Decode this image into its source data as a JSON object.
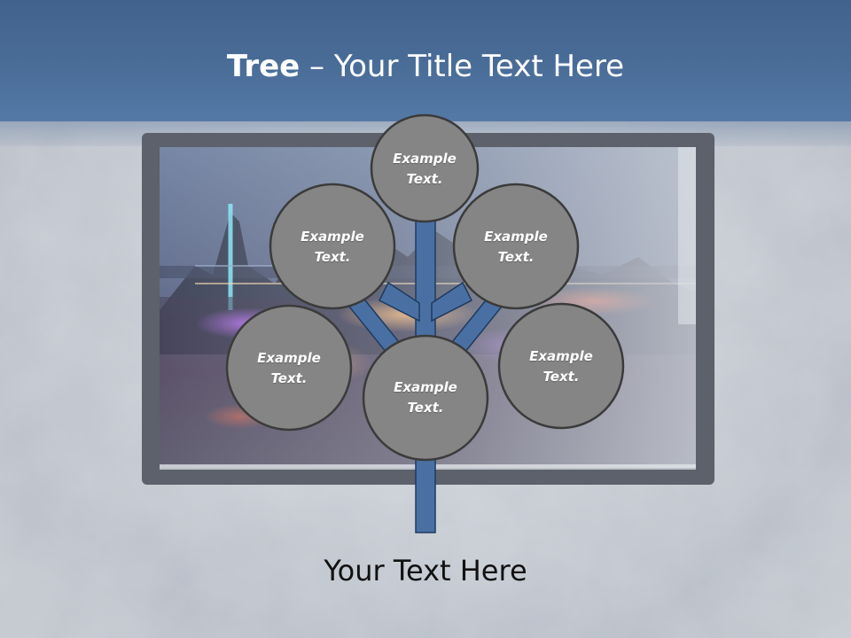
{
  "slide": {
    "title_bold": "Tree",
    "title_rest": " – Your Title Text Here",
    "caption": "Your Text Here"
  },
  "diagram": {
    "node_fill": "#858585",
    "node_stroke": "#3b3b3b",
    "branch_fill": "#4a70a3",
    "branch_stroke": "#1f3a5f",
    "nodes": [
      {
        "label": "Example\nText."
      },
      {
        "label": "Example\nText."
      },
      {
        "label": "Example\nText."
      },
      {
        "label": "Example\nText."
      },
      {
        "label": "Example\nText."
      },
      {
        "label": "Example\nText."
      }
    ]
  }
}
